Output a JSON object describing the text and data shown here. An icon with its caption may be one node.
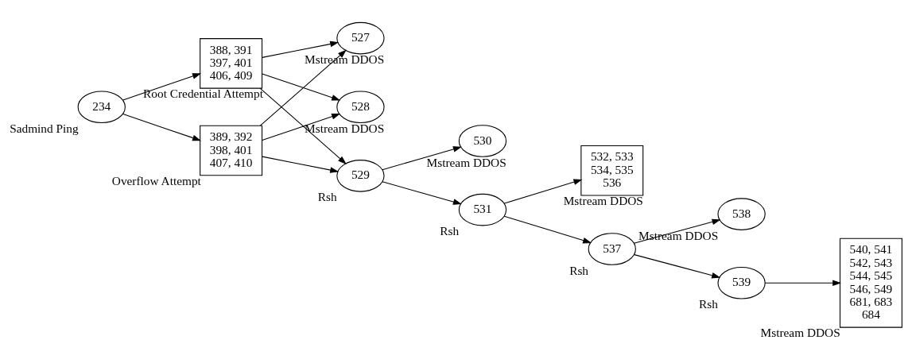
{
  "diagram": {
    "nodes": [
      {
        "text": [
          "234"
        ],
        "beside": [
          "Sadmind Ping"
        ]
      },
      {
        "text": [
          "388, 391",
          "397, 401",
          "406, 409"
        ],
        "beside": [
          "Root Credential Attempt"
        ]
      },
      {
        "text": [
          "389, 392",
          "398, 401",
          "407, 410"
        ],
        "beside": [
          "Overflow Attempt"
        ]
      },
      {
        "text": [
          "527"
        ],
        "beside": [
          "Mstream DDOS"
        ]
      },
      {
        "text": [
          "528"
        ],
        "beside": [
          "Mstream DDOS"
        ]
      },
      {
        "text": [
          "529"
        ],
        "beside": [
          "Rsh"
        ]
      },
      {
        "text": [
          "530"
        ],
        "beside": [
          "Mstream DDOS"
        ]
      },
      {
        "text": [
          "531"
        ],
        "beside": [
          "Rsh"
        ]
      },
      {
        "text": [
          "532, 533",
          "534, 535",
          "536"
        ],
        "beside": [
          "Mstream DDOS"
        ]
      },
      {
        "text": [
          "537"
        ],
        "beside": [
          "Rsh"
        ]
      },
      {
        "text": [
          "538"
        ],
        "beside": [
          "Mstream DDOS"
        ]
      },
      {
        "text": [
          "539"
        ],
        "beside": [
          "Rsh"
        ]
      },
      {
        "text": [
          "540, 541",
          "542, 543",
          "544, 545",
          "546, 549",
          "681, 683",
          "684"
        ],
        "beside": [
          "Mstream DDOS"
        ]
      }
    ],
    "edges": [
      {
        "from": 0,
        "to": 1,
        "arrow": "to"
      },
      {
        "from": 0,
        "to": 2,
        "arrow": "to"
      },
      {
        "from": 1,
        "to": 3,
        "arrow": "to"
      },
      {
        "from": 1,
        "to": 4,
        "arrow": "to"
      },
      {
        "from": 1,
        "to": 5,
        "arrow": "to"
      },
      {
        "from": 2,
        "to": 3,
        "arrow": "to"
      },
      {
        "from": 2,
        "to": 4,
        "arrow": "to"
      },
      {
        "from": 2,
        "to": 5,
        "arrow": "to"
      },
      {
        "from": 5,
        "to": 7,
        "arrow": "to"
      },
      {
        "from": 5,
        "to": 6,
        "arrow": "to"
      },
      {
        "from": 7,
        "to": 9,
        "arrow": "to"
      },
      {
        "from": 7,
        "to": 8,
        "arrow": "to"
      },
      {
        "from": 9,
        "to": 10,
        "arrow": "to"
      },
      {
        "from": 9,
        "to": 11,
        "arrow": "to"
      },
      {
        "from": 11,
        "to": 12,
        "arrow": "to"
      }
    ]
  }
}
